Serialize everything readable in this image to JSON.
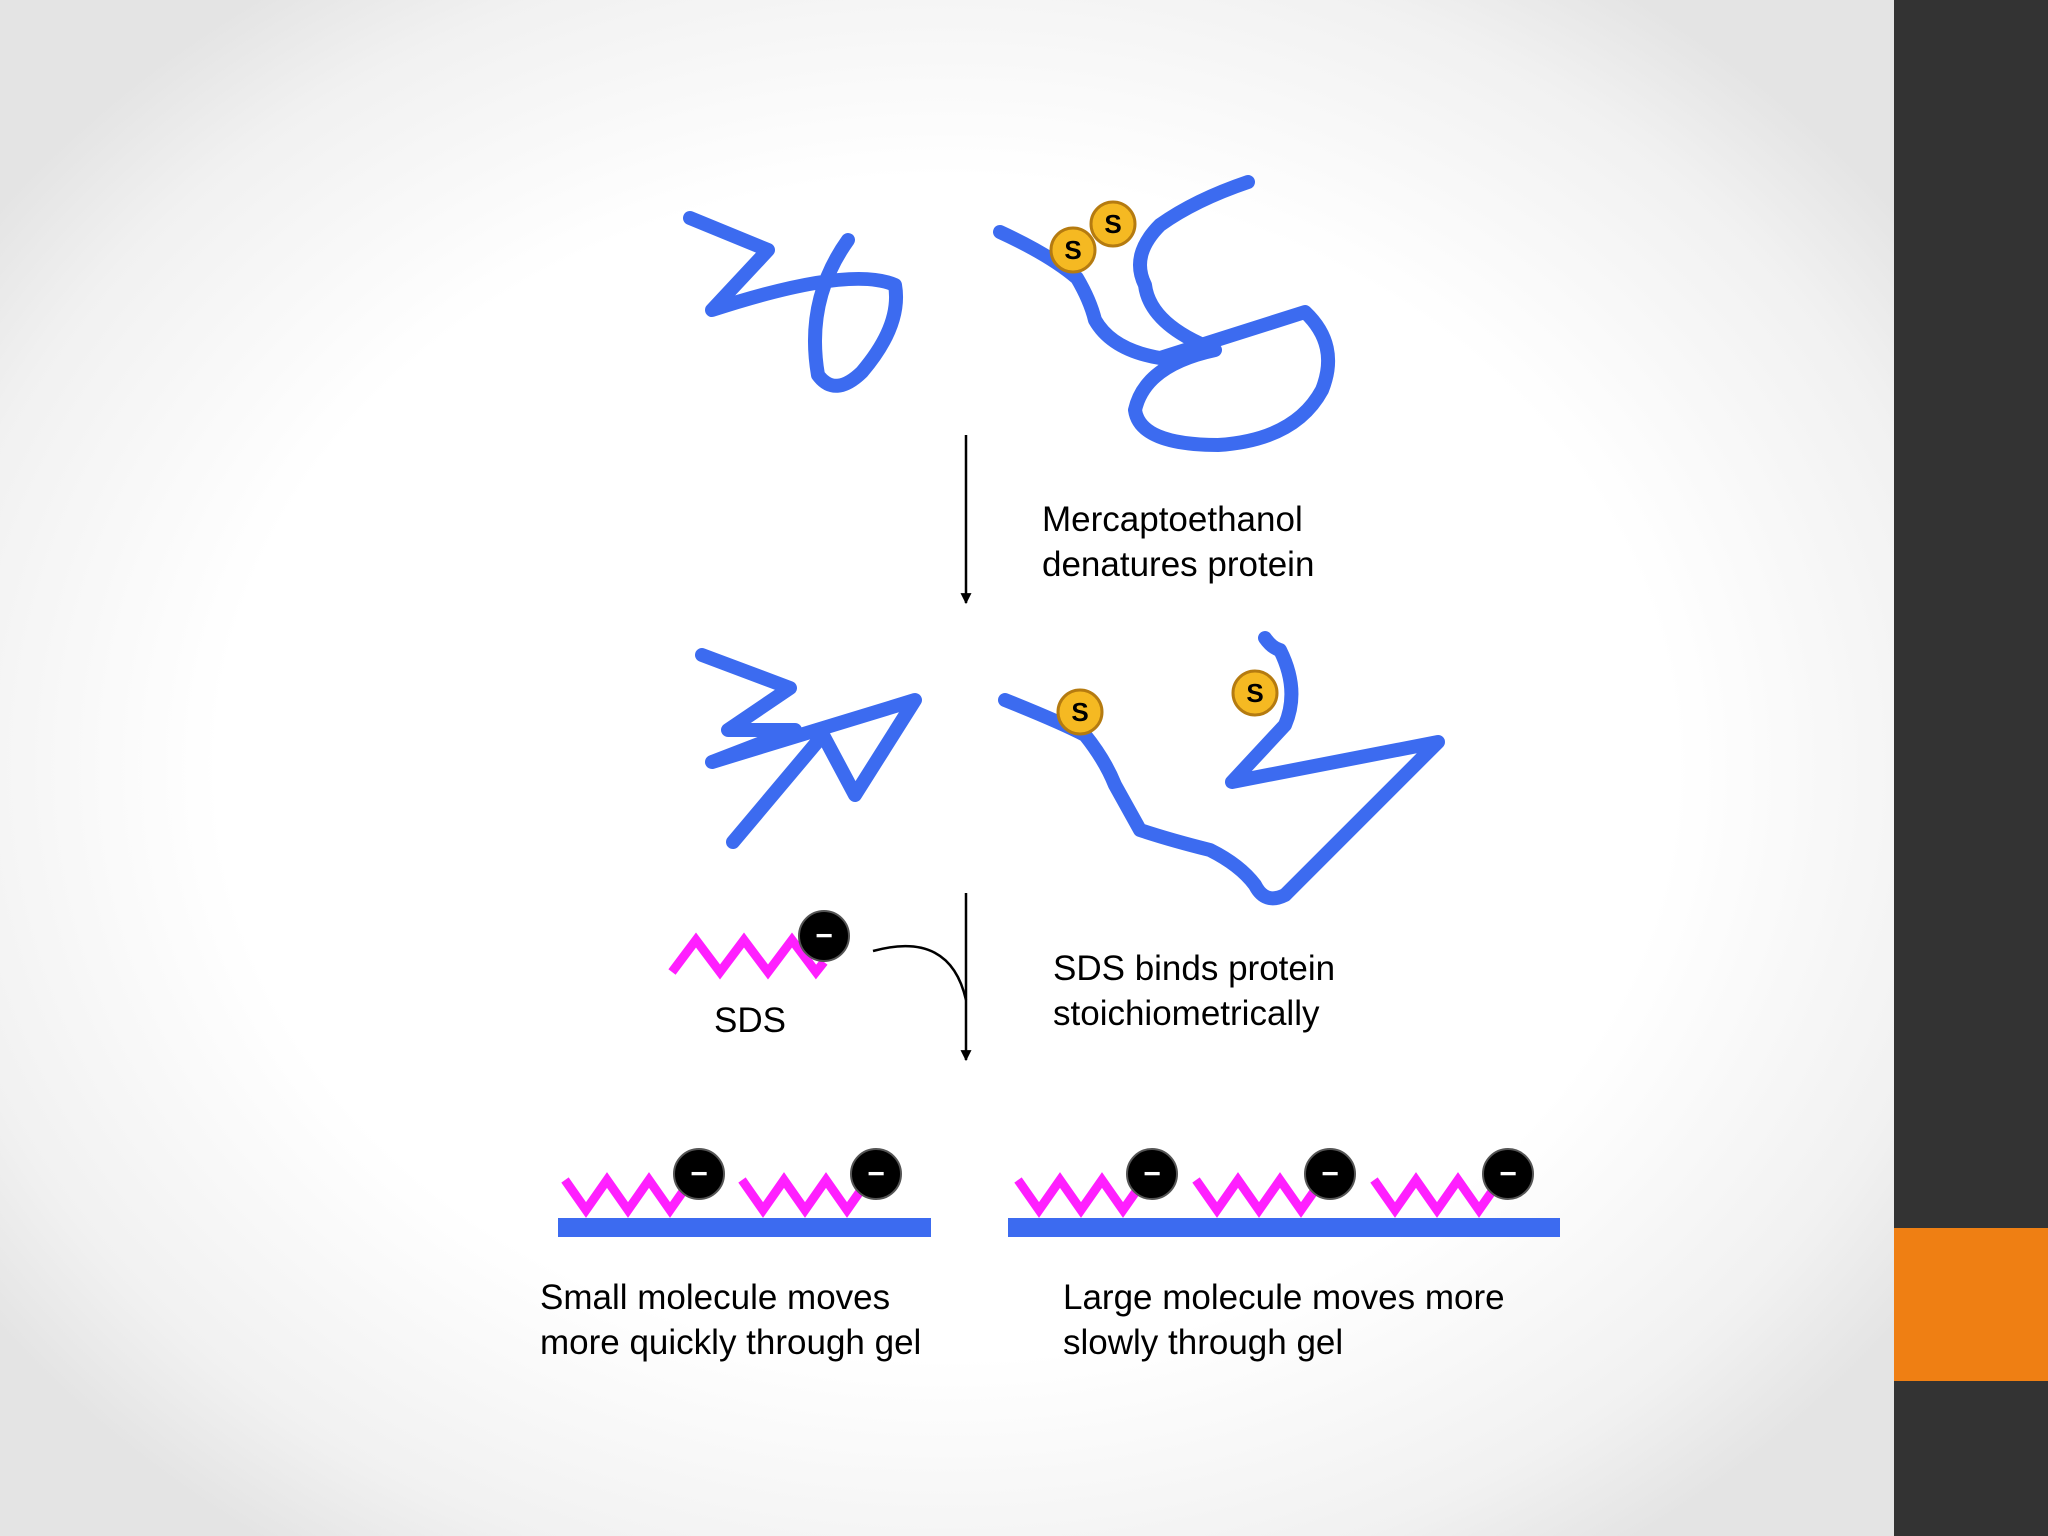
{
  "colors": {
    "protein": "#3c6bf0",
    "sds_chain": "#ff1fff",
    "disulfide_fill": "#f5b922",
    "disulfide_stroke": "#b57b10",
    "charge": "#000000",
    "arrow": "#000000",
    "side_panel": "#333333",
    "side_accent": "#ef7f13"
  },
  "icons": {
    "sulfur_atom": "circled-S",
    "negative_charge": "circled-minus"
  },
  "diagram": {
    "sulfur_symbol": "S",
    "charge_symbol": "−",
    "step1_label": [
      "Mercaptoethanol",
      "denatures protein"
    ],
    "sds_label": "SDS",
    "step2_label": [
      "SDS binds protein",
      "stoichiometrically"
    ],
    "small_label": [
      "Small molecule moves",
      "more quickly through gel"
    ],
    "large_label": [
      "Large molecule moves more",
      "slowly through gel"
    ]
  }
}
